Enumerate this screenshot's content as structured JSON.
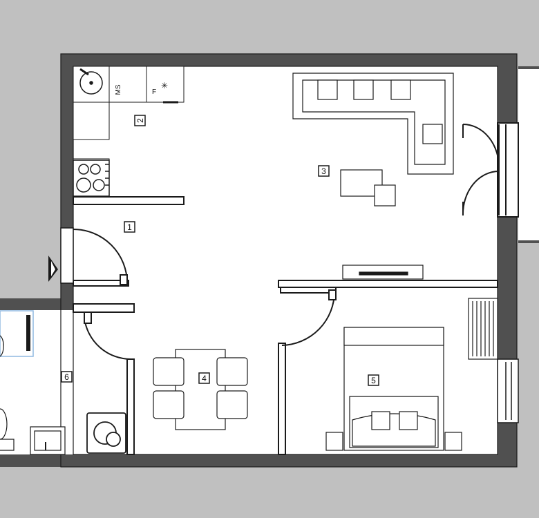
{
  "colors": {
    "background": "#c0c0c0",
    "wall": "#505050",
    "floor": "#ffffff",
    "line": "#1a1a1a",
    "highlight": "#8fb8e0"
  },
  "rooms": [
    {
      "id": "room-1",
      "label": "1"
    },
    {
      "id": "room-2",
      "label": "2"
    },
    {
      "id": "room-3",
      "label": "3"
    },
    {
      "id": "room-4",
      "label": "4"
    },
    {
      "id": "room-5",
      "label": "5"
    },
    {
      "id": "room-6",
      "label": "6"
    }
  ],
  "appliances": {
    "dishwasher": "MS",
    "fridge": "F",
    "fridge_symbol": "✳"
  },
  "icons": {
    "entrance": "entrance-arrow-icon",
    "sink": "sink-icon",
    "stove": "stove-icon",
    "washer": "washing-machine-icon",
    "radiator": "radiator-icon"
  }
}
